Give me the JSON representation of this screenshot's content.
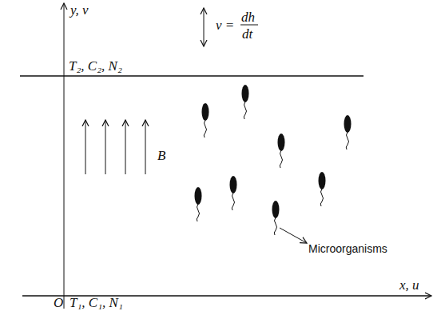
{
  "diagram": {
    "labels": [
      "y, v",
      "x, u",
      "O",
      "T₂, C₂, N₂",
      "T₁, C₁, N₁",
      "v =",
      "dh",
      "dt",
      "B",
      "Microorganisms"
    ]
  }
}
